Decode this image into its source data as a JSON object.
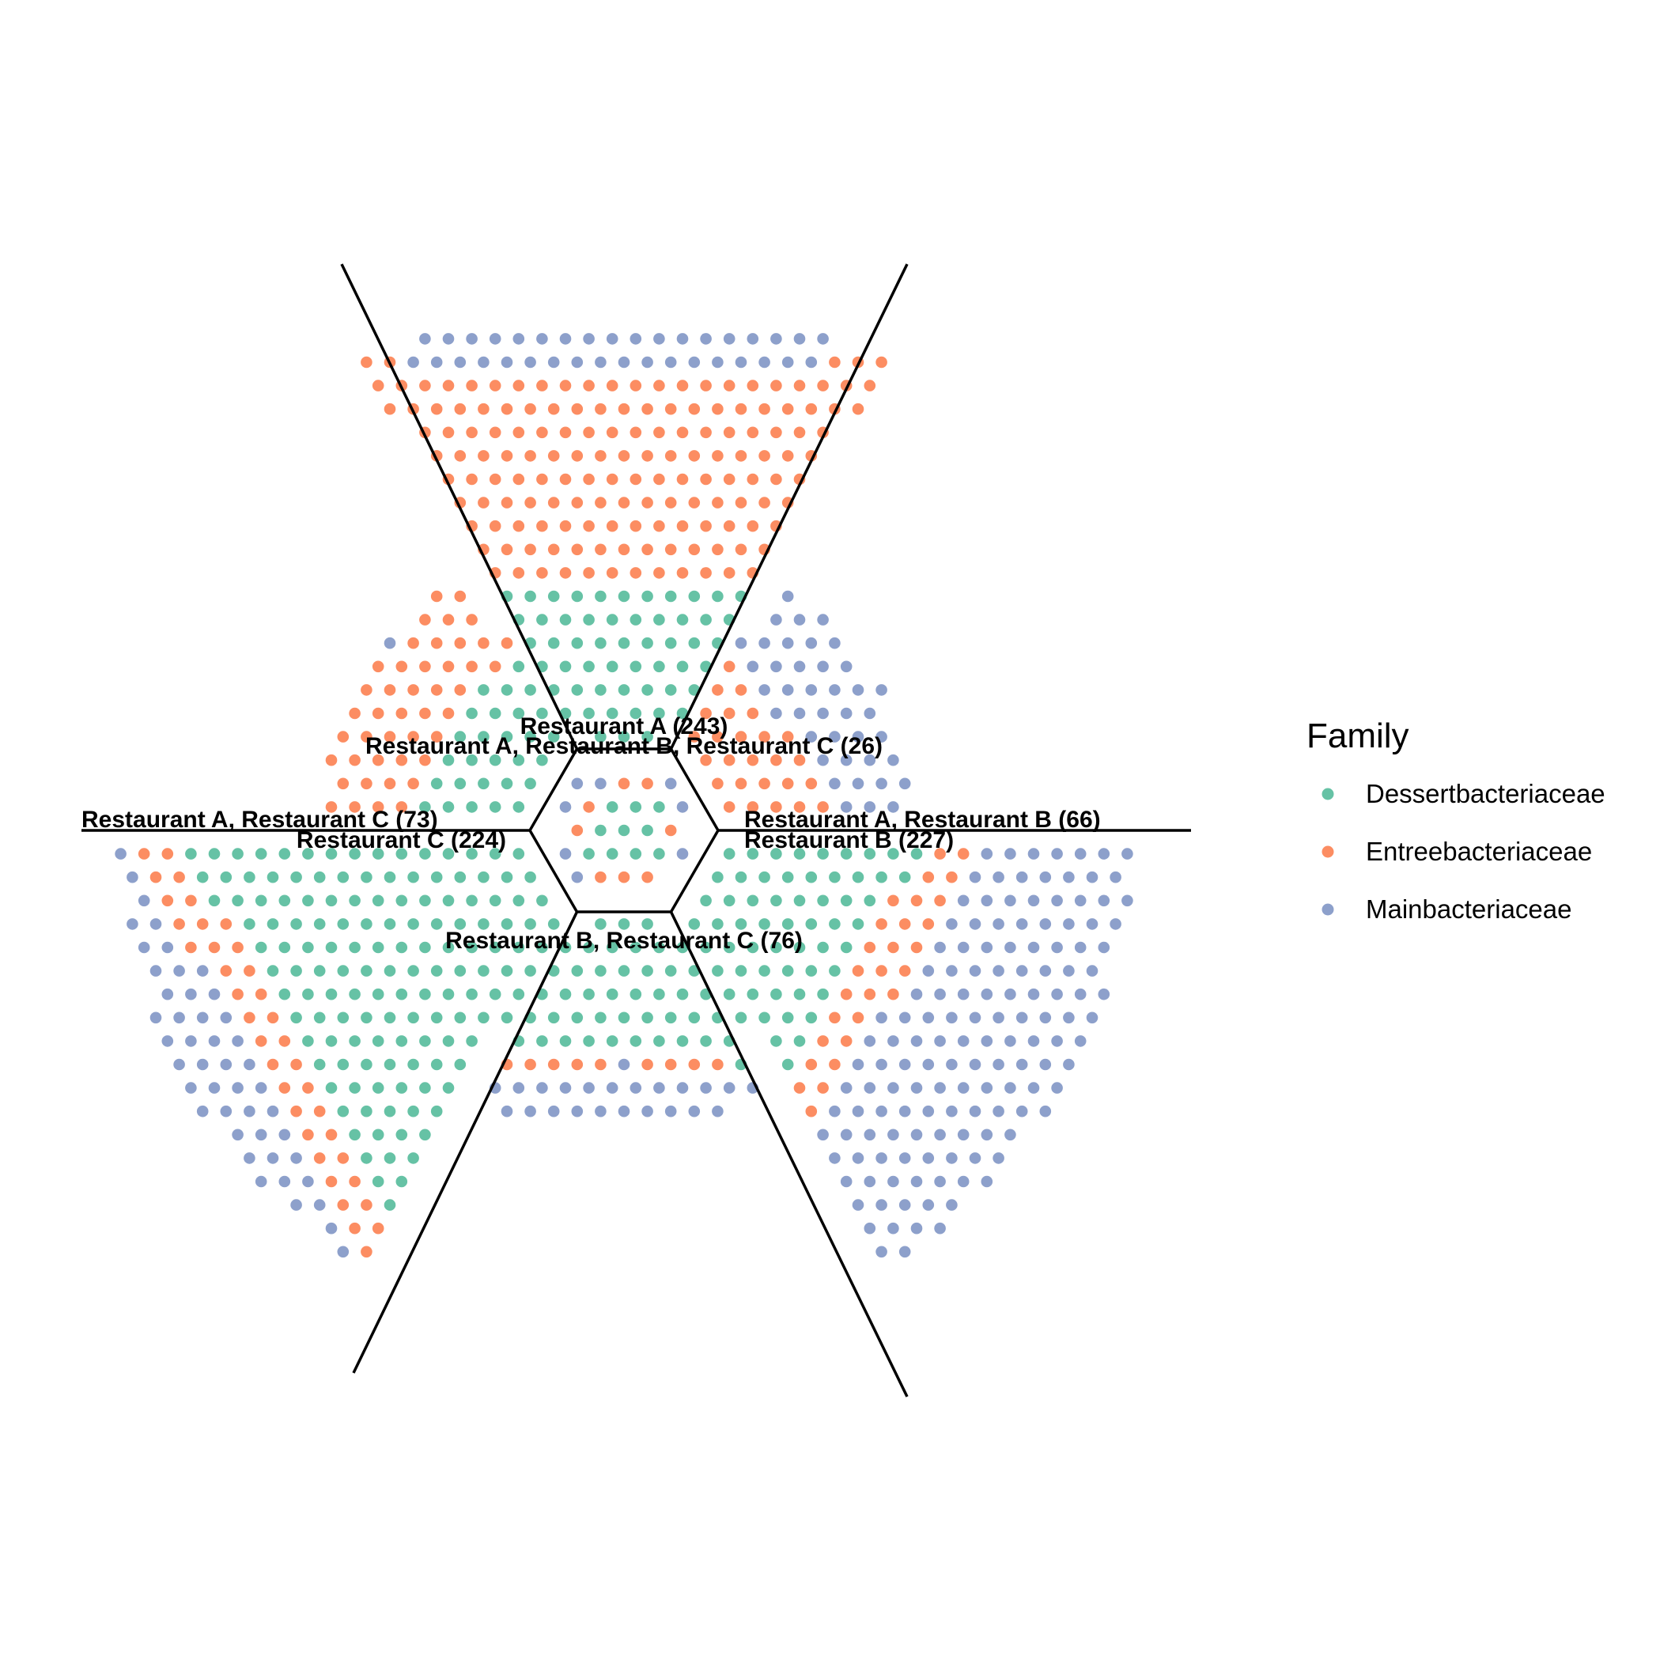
{
  "chart_data": {
    "type": "scatter",
    "subtype": "hexagonal venn dot plot",
    "legend": {
      "title": "Family",
      "placement": "right",
      "entries": [
        {
          "name": "Dessertbacteriaceae",
          "color": "#66C2A5"
        },
        {
          "name": "Entreebacteriaceae",
          "color": "#FC8D62"
        },
        {
          "name": "Mainbacteriaceae",
          "color": "#8DA0CB"
        }
      ]
    },
    "grid": false,
    "regions": [
      {
        "id": "a",
        "label": "Restaurant A (243)",
        "count": 243,
        "dessert": 54,
        "entree": 153,
        "main": 36
      },
      {
        "id": "ab",
        "label": "Restaurant A, Restaurant B (66)",
        "count": 66,
        "dessert": 0,
        "entree": 26,
        "main": 40
      },
      {
        "id": "b",
        "label": "Restaurant B (227)",
        "count": 227,
        "dessert": 59,
        "entree": 28,
        "main": 140
      },
      {
        "id": "bc",
        "label": "Restaurant B, Restaurant C (76)",
        "count": 76,
        "dessert": 44,
        "entree": 9,
        "main": 23
      },
      {
        "id": "c",
        "label": "Restaurant C (224)",
        "count": 224,
        "dessert": 141,
        "entree": 37,
        "main": 46
      },
      {
        "id": "ac",
        "label": "Restaurant A, Restaurant C (73)",
        "count": 73,
        "dessert": 28,
        "entree": 44,
        "main": 1
      },
      {
        "id": "abc",
        "label": "Restaurant A, Restaurant B, Restaurant C (26)",
        "count": 26,
        "dessert": 10,
        "entree": 8,
        "main": 8
      }
    ]
  }
}
